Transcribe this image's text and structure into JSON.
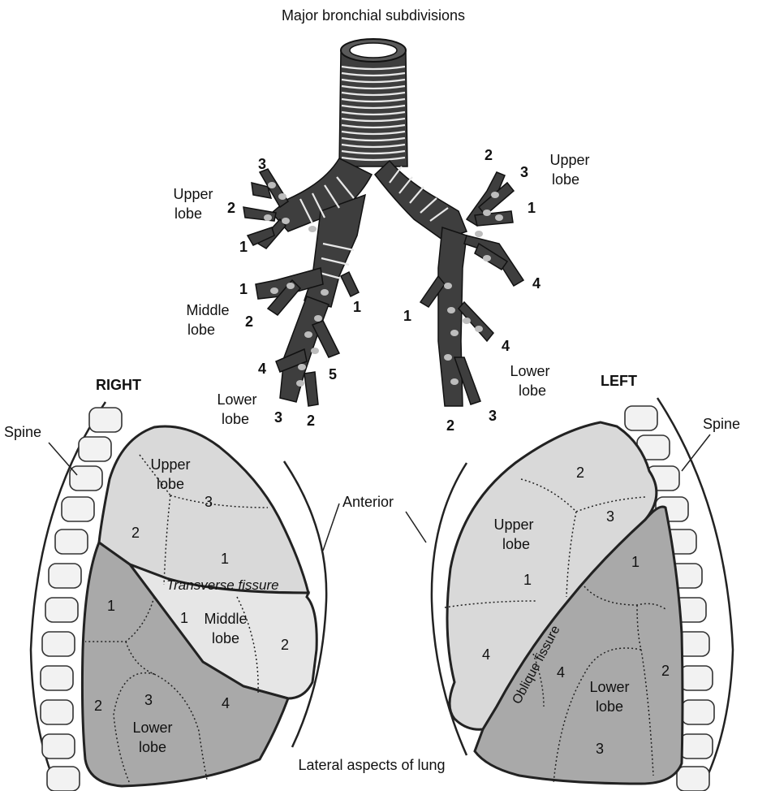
{
  "title": "Major bronchial subdivisions",
  "bronchi": {
    "right_upper": {
      "label": "Upper\nlobe",
      "segments": [
        "3",
        "2",
        "1"
      ]
    },
    "right_middle": {
      "label": "Middle\nlobe",
      "segments": [
        "1",
        "2"
      ]
    },
    "right_lower": {
      "label": "Lower\nlobe",
      "segments": [
        "1",
        "4",
        "5",
        "3",
        "2"
      ]
    },
    "left_upper": {
      "label": "Upper\nlobe",
      "segments": [
        "2",
        "3",
        "1",
        "4"
      ]
    },
    "left_lower": {
      "label": "Lower\nlobe",
      "segments": [
        "1",
        "4",
        "2",
        "3"
      ]
    }
  },
  "right_lung": {
    "side_label": "RIGHT",
    "spine_label": "Spine",
    "upper_lobe": {
      "label": "Upper\nlobe",
      "segments": [
        "3",
        "2",
        "1"
      ]
    },
    "transverse_fissure": "Transverse fissure",
    "middle_lobe": {
      "label": "Middle\nlobe",
      "segments": [
        "1",
        "2"
      ]
    },
    "lower_lobe": {
      "label": "Lower\nlobe",
      "segments": [
        "1",
        "2",
        "3",
        "4"
      ]
    }
  },
  "left_lung": {
    "side_label": "LEFT",
    "spine_label": "Spine",
    "upper_lobe": {
      "label": "Upper\nlobe",
      "segments": [
        "2",
        "3",
        "1",
        "4"
      ]
    },
    "oblique_fissure": "Oblique fissure",
    "lower_lobe": {
      "label": "Lower\nlobe",
      "segments": [
        "1",
        "4",
        "2",
        "3"
      ]
    }
  },
  "anterior_label": "Anterior",
  "caption": "Lateral aspects of lung"
}
